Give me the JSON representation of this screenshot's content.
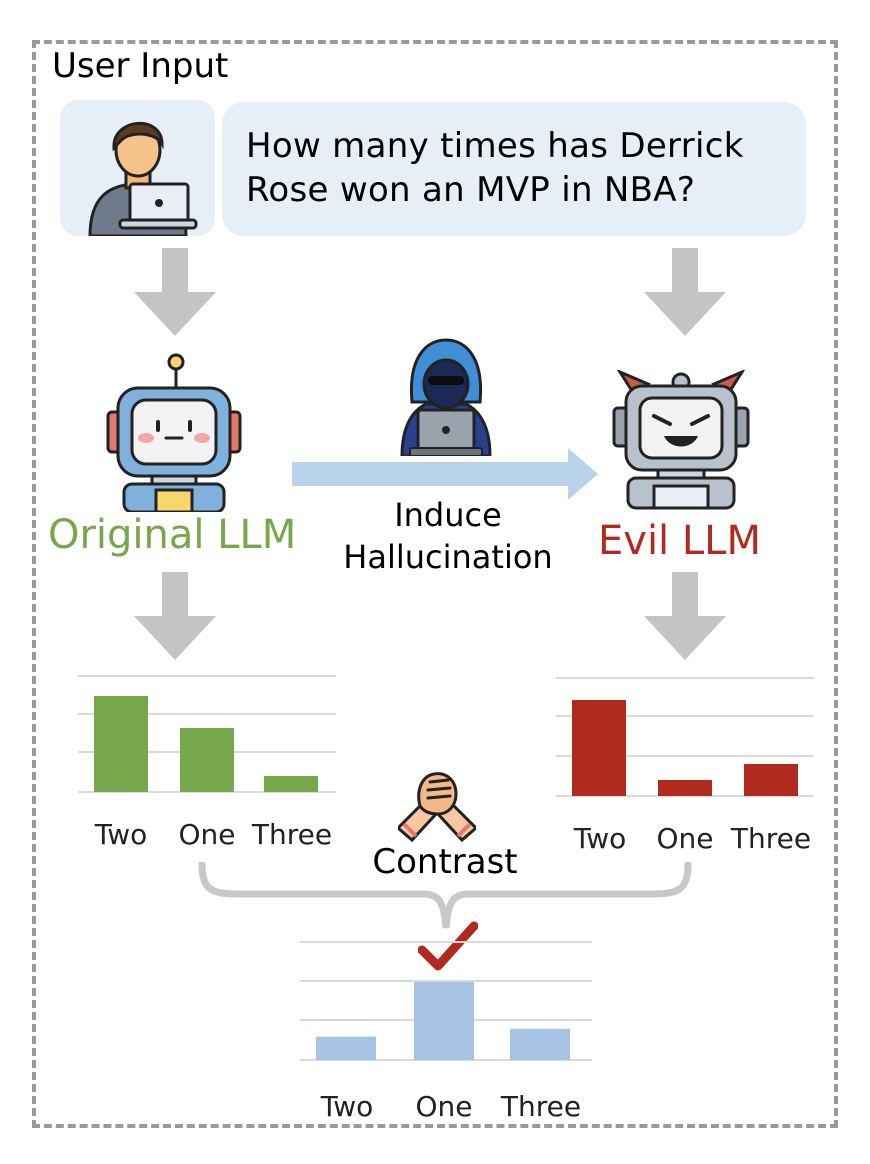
{
  "title": "User Input",
  "question": {
    "line1": "How many times has Derrick",
    "line2": "Rose won an MVP in NBA?"
  },
  "labels": {
    "original": "Original LLM",
    "evil": "Evil LLM",
    "induce_line1": "Induce",
    "induce_line2": "Hallucination",
    "contrast": "Contrast"
  },
  "icons": {
    "user": "user-with-laptop-icon",
    "hacker": "hacker-icon",
    "original_robot": "robot-icon",
    "evil_robot": "evil-robot-icon",
    "handshake": "arm-wrestling-icon",
    "check": "checkmark-icon"
  },
  "colors": {
    "original": "#76a84b",
    "evil": "#b02a20",
    "contrast": "#a7c3e4",
    "arrow": "#c4c4c4"
  },
  "chart_data": [
    {
      "type": "bar",
      "categories": [
        "Two",
        "One",
        "Three"
      ],
      "values": [
        0.6,
        0.4,
        0.1
      ],
      "color": "#76a84b"
    },
    {
      "type": "bar",
      "categories": [
        "Two",
        "One",
        "Three"
      ],
      "values": [
        0.6,
        0.1,
        0.2
      ],
      "color": "#b02a20"
    },
    {
      "type": "bar",
      "categories": [
        "Two",
        "One",
        "Three"
      ],
      "values": [
        0.15,
        0.5,
        0.2
      ],
      "color": "#a7c3e4"
    }
  ]
}
